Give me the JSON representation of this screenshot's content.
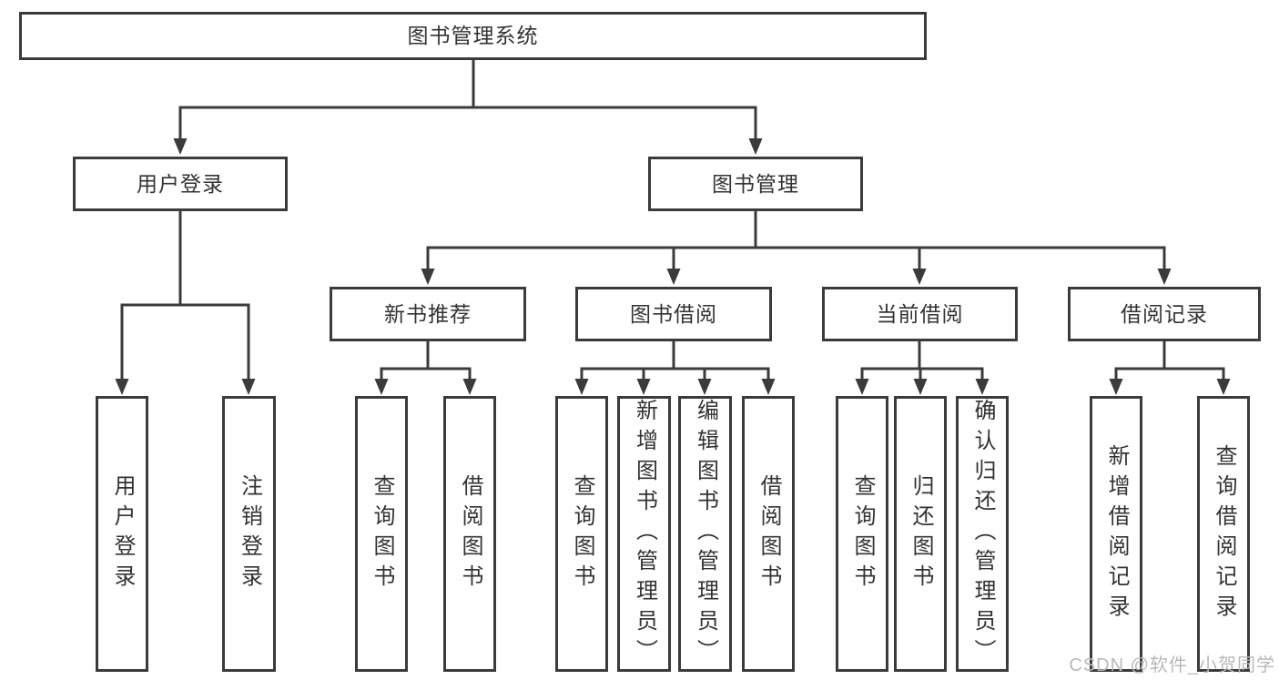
{
  "diagram": {
    "root": "图书管理系统",
    "user_login_branch": {
      "label": "用户登录",
      "children": [
        "用户登录",
        "注销登录"
      ]
    },
    "book_management_branch": {
      "label": "图书管理",
      "sections": [
        {
          "label": "新书推荐",
          "children": [
            "查询图书",
            "借阅图书"
          ]
        },
        {
          "label": "图书借阅",
          "children": [
            "查询图书",
            "新增图书（管理员）",
            "编辑图书（管理员）",
            "借阅图书"
          ]
        },
        {
          "label": "当前借阅",
          "children": [
            "查询图书",
            "归还图书",
            "确认归还（管理员）"
          ]
        },
        {
          "label": "借阅记录",
          "children": [
            "新增借阅记录",
            "查询借阅记录"
          ]
        }
      ]
    }
  },
  "colors": {
    "line": "#3b3b3b",
    "text": "#333333",
    "background": "#ffffff",
    "watermark": "#b8b8b8"
  },
  "watermark": {
    "text": "CSDN @软件_小贺同学"
  }
}
